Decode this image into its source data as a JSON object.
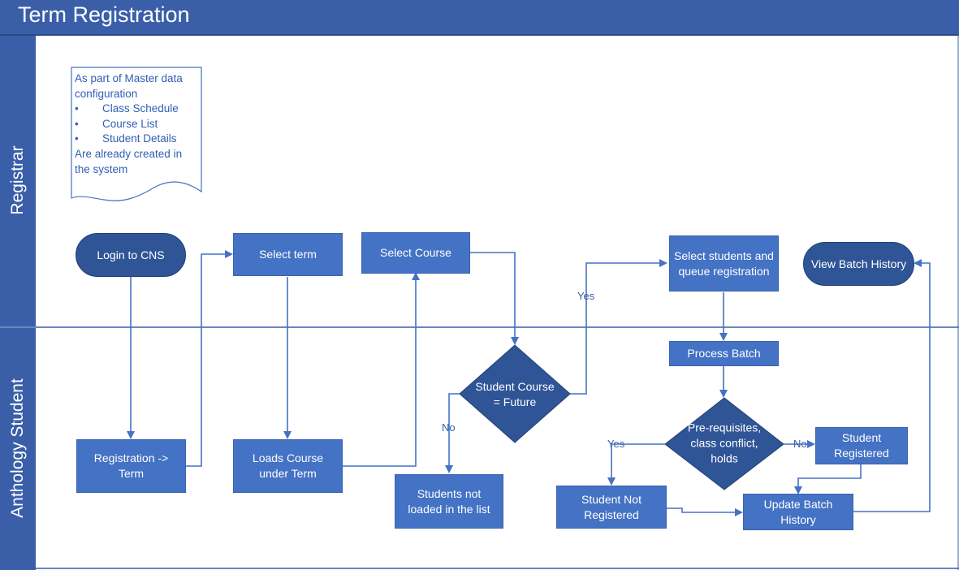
{
  "title": "Term Registration",
  "lanes": [
    "Registrar",
    "Anthology Student"
  ],
  "note": {
    "intro": "As part of Master data configuration",
    "items": [
      "Class Schedule",
      "Course List",
      "Student Details"
    ],
    "outro": "Are already created in the system"
  },
  "nodes": {
    "login": "Login to CNS",
    "select_term": "Select term",
    "select_course": "Select Course",
    "select_students": "Select students and queue  registration",
    "view_batch_history": "View Batch History",
    "registration_term": "Registration -> Term",
    "loads_course": "Loads Course under Term",
    "student_course_future": [
      "Student Course",
      "= Future"
    ],
    "students_not_loaded": "Students not loaded in the list",
    "process_batch": "Process Batch",
    "prereq_check": [
      "Pre-requisites,",
      "class conflict,",
      "holds"
    ],
    "student_registered": "Student Registered",
    "student_not_registered": "Student Not Registered",
    "update_batch_history": "Update Batch History"
  },
  "edge_labels": {
    "future_yes": "Yes",
    "future_no": "No",
    "prereq_yes": "Yes",
    "prereq_no": "No"
  },
  "colors": {
    "band": "#3a5fa8",
    "process": "#4472c4",
    "terminal": "#2f5597",
    "line": "#4472c4"
  }
}
